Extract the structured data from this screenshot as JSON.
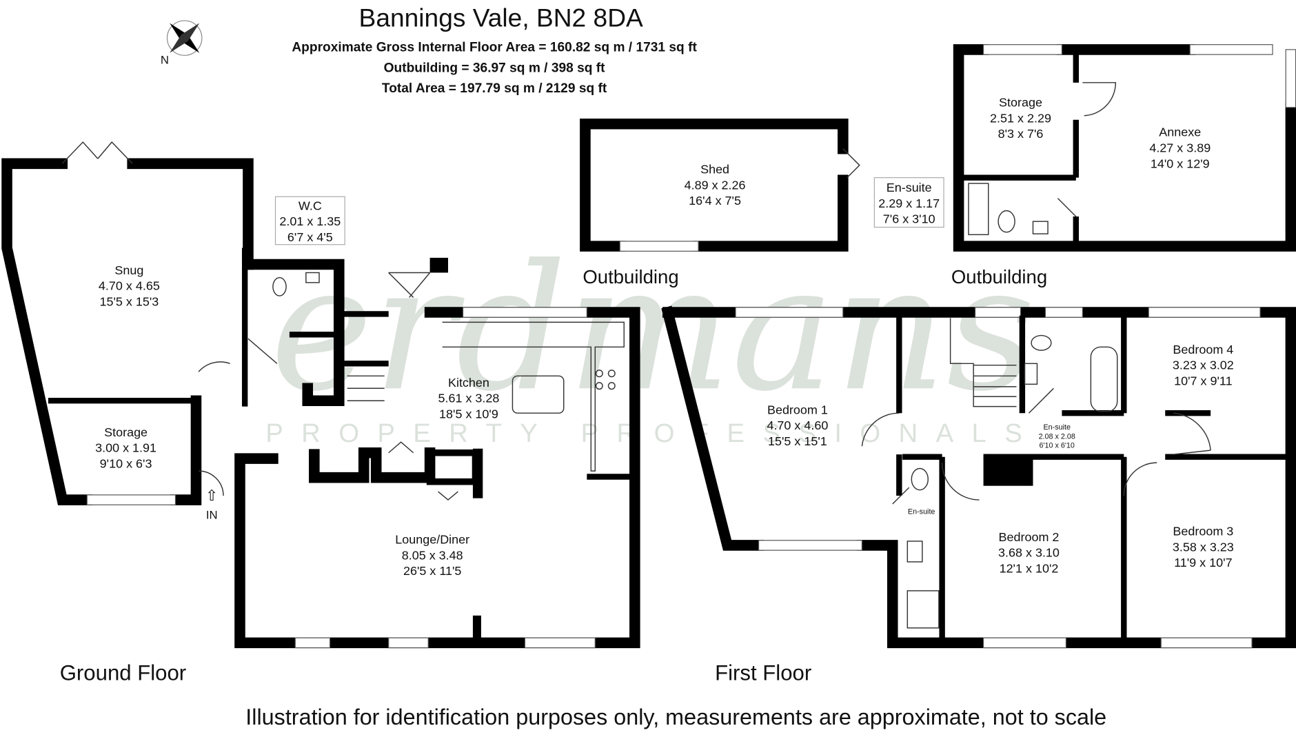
{
  "header": {
    "title": "Bannings Vale, BN2 8DA",
    "gross_area": "Approximate Gross Internal Floor Area = 160.82 sq m / 1731 sq ft",
    "outbuilding_area": "Outbuilding = 36.97 sq m / 398 sq ft",
    "total_area": "Total Area = 197.79 sq m / 2129 sq ft"
  },
  "compass": {
    "label": "N"
  },
  "entrance": {
    "label": "IN"
  },
  "watermark": {
    "brand": "erdmans",
    "tagline": "PROPERTY PROFESSIONALS"
  },
  "floors": {
    "ground": "Ground Floor",
    "first": "First Floor",
    "outbuilding_1": "Outbuilding",
    "outbuilding_2": "Outbuilding"
  },
  "rooms": {
    "snug": {
      "name": "Snug",
      "metric": "4.70 x 4.65",
      "imperial": "15'5 x 15'3"
    },
    "storage_ground": {
      "name": "Storage",
      "metric": "3.00 x 1.91",
      "imperial": "9'10 x 6'3"
    },
    "wc": {
      "name": "W.C",
      "metric": "2.01 x 1.35",
      "imperial": "6'7 x 4'5"
    },
    "kitchen": {
      "name": "Kitchen",
      "metric": "5.61 x 3.28",
      "imperial": "18'5 x 10'9"
    },
    "lounge": {
      "name": "Lounge/Diner",
      "metric": "8.05 x 3.48",
      "imperial": "26'5 x 11'5"
    },
    "shed": {
      "name": "Shed",
      "metric": "4.89 x 2.26",
      "imperial": "16'4 x 7'5"
    },
    "storage_out": {
      "name": "Storage",
      "metric": "2.51 x 2.29",
      "imperial": "8'3 x 7'6"
    },
    "annexe": {
      "name": "Annexe",
      "metric": "4.27 x 3.89",
      "imperial": "14'0 x 12'9"
    },
    "ensuite_out": {
      "name": "En-suite",
      "metric": "2.29 x 1.17",
      "imperial": "7'6 x 3'10"
    },
    "bedroom1": {
      "name": "Bedroom 1",
      "metric": "4.70 x 4.60",
      "imperial": "15'5 x 15'1"
    },
    "ensuite_first": {
      "name": "En-suite",
      "metric": "2.08 x 2.08",
      "imperial": "6'10 x 6'10"
    },
    "ensuite_small": {
      "name": "En-suite"
    },
    "bedroom2": {
      "name": "Bedroom 2",
      "metric": "3.68 x 3.10",
      "imperial": "12'1 x 10'2"
    },
    "bedroom3": {
      "name": "Bedroom 3",
      "metric": "3.58 x 3.23",
      "imperial": "11'9 x 10'7"
    },
    "bedroom4": {
      "name": "Bedroom 4",
      "metric": "3.23 x 3.02",
      "imperial": "10'7 x 9'11"
    }
  },
  "disclaimer": "Illustration for identification purposes only, measurements are approximate, not to scale"
}
